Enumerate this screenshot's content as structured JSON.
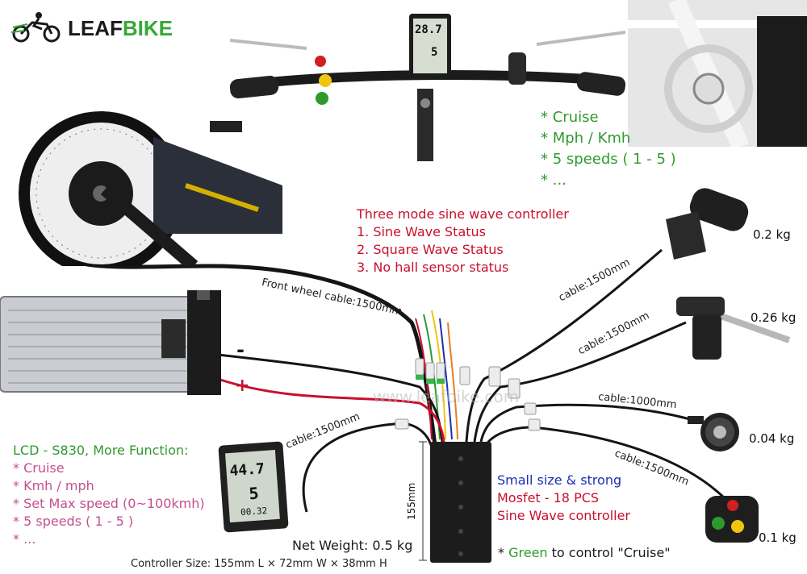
{
  "brand": {
    "name_part1": "LEAF",
    "name_part2": "BIKE"
  },
  "display_top": {
    "value": "28.7",
    "gear": "5"
  },
  "handlebar_features": [
    "* Cruise",
    "* Mph / Kmh",
    "* 5 speeds ( 1 - 5 )",
    "* ..."
  ],
  "controller_modes": {
    "title": "Three mode sine wave controller",
    "items": [
      "1. Sine Wave Status",
      "2. Square Wave Status",
      "3. No hall sensor status"
    ]
  },
  "cables": {
    "front_wheel": "Front wheel cable:1500mm",
    "throttle": "cable:1500mm",
    "brake": "cable:1500mm",
    "pas": "cable:1000mm",
    "switch": "cable:1500mm",
    "lcd": "cable:1500mm"
  },
  "weights": {
    "throttle": "0.2 kg",
    "brake": "0.26 kg",
    "pas": "0.04 kg",
    "switch": "0.1 kg"
  },
  "battery_polarity": {
    "negative": "-",
    "positive": "+"
  },
  "watermark": "www.leafbike.com",
  "lcd": {
    "title": "LCD - S830, More Function:",
    "items": [
      "* Cruise",
      "* Kmh / mph",
      "* Set Max speed (0~100kmh)",
      "* 5 speeds ( 1 - 5 )",
      "* ..."
    ],
    "screen_speed": "44.7",
    "screen_gear": "5",
    "screen_odo": "00.32"
  },
  "controller": {
    "line1": "Small size & strong",
    "line2": "Mosfet - 18 PCS",
    "line3": "Sine Wave controller",
    "height_label": "155mm",
    "net_weight": "Net Weight: 0.5 kg",
    "size": "Controller Size: 155mm L × 72mm W × 38mm H"
  },
  "cruise_note": {
    "prefix": "* ",
    "green_word": "Green",
    "suffix": " to control \"Cruise\""
  },
  "colors": {
    "green_text": "#2e9a2e",
    "pink_text": "#c4508e",
    "red_text": "#c8102e",
    "blue_text": "#1b2fb5",
    "controller_body": "#1c1c1c",
    "battery_body": "#c9ccd0"
  }
}
